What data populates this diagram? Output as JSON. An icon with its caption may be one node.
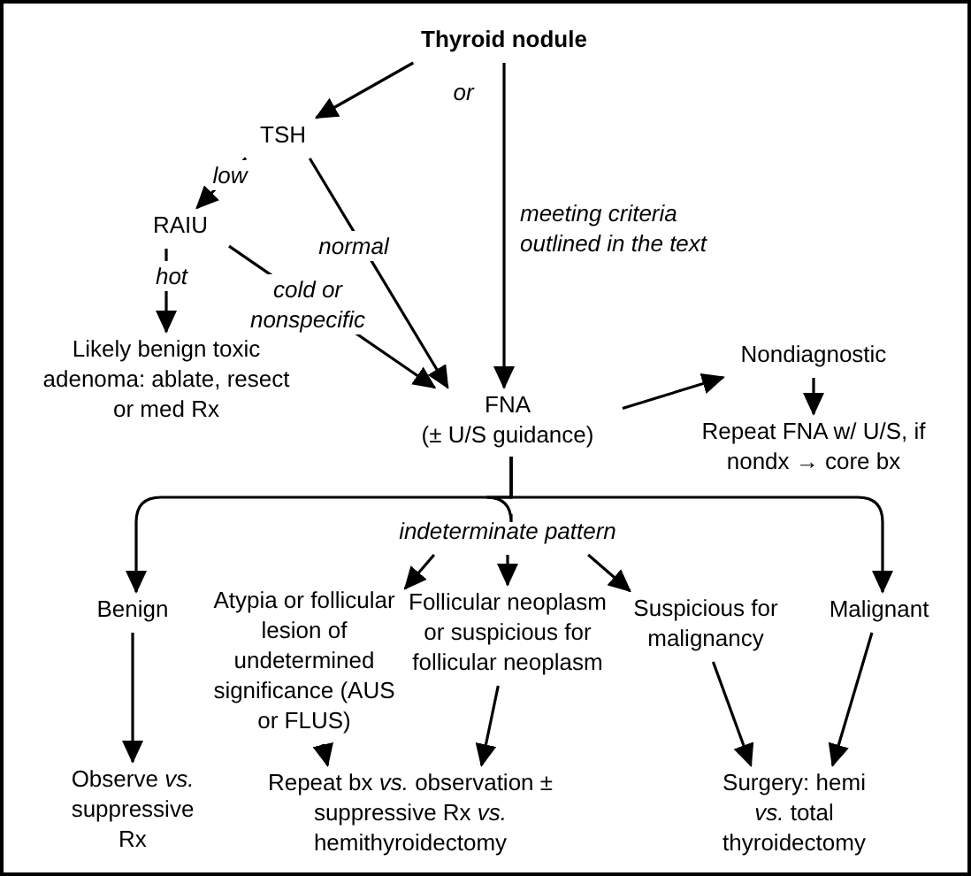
{
  "diagram": {
    "nodes": [
      {
        "text": [
          "Thyroid nodule"
        ]
      },
      {
        "text": [
          "TSH"
        ]
      },
      {
        "text": [
          "RAIU"
        ]
      },
      {
        "text": [
          "Likely benign toxic adenoma: ablate, resect or med Rx"
        ]
      },
      {
        "text": [
          "FNA",
          "(± U/S guidance)"
        ]
      },
      {
        "text": [
          "Nondiagnostic"
        ]
      },
      {
        "text": [
          "Repeat FNA w/ U/S, if nondx → core bx"
        ]
      },
      {
        "text": [
          "indeterminate pattern"
        ]
      },
      {
        "text": [
          "Benign"
        ]
      },
      {
        "text": [
          "Atypia or follicular lesion of undetermined significance (AUS or FLUS)"
        ]
      },
      {
        "text": [
          "Follicular neoplasm or suspicious for follicular neoplasm"
        ]
      },
      {
        "text": [
          "Suspicious for malignancy"
        ]
      },
      {
        "text": [
          "Malignant"
        ]
      },
      {
        "text": [
          "Observe *vs.* suppressive Rx"
        ]
      },
      {
        "text": [
          "Repeat bx *vs.* observation ± suppressive Rx *vs.* hemithyroidectomy"
        ]
      },
      {
        "text": [
          "Surgery: hemi *vs.* total thyroidectomy"
        ]
      }
    ],
    "edges": [
      {
        "from": 0,
        "to": 1,
        "arrow": "to",
        "label": "or"
      },
      {
        "from": 0,
        "to": 4,
        "arrow": "to",
        "label": "meeting criteria outlined in the text"
      },
      {
        "from": 1,
        "to": 2,
        "arrow": "to",
        "label": "low"
      },
      {
        "from": 1,
        "to": 4,
        "arrow": "to",
        "label": "normal"
      },
      {
        "from": 2,
        "to": 3,
        "arrow": "to",
        "label": "hot"
      },
      {
        "from": 2,
        "to": 4,
        "arrow": "to",
        "label": "cold or nonspecific"
      },
      {
        "from": 4,
        "to": 5,
        "arrow": "to"
      },
      {
        "from": 5,
        "to": 6,
        "arrow": "to"
      },
      {
        "from": 4,
        "to": 7,
        "arrow": "none"
      },
      {
        "from": 4,
        "to": 8,
        "arrow": "to"
      },
      {
        "from": 4,
        "to": 12,
        "arrow": "to"
      },
      {
        "from": 7,
        "to": 9,
        "arrow": "to"
      },
      {
        "from": 7,
        "to": 10,
        "arrow": "to"
      },
      {
        "from": 7,
        "to": 11,
        "arrow": "to"
      },
      {
        "from": 8,
        "to": 13,
        "arrow": "to"
      },
      {
        "from": 9,
        "to": 14,
        "arrow": "to"
      },
      {
        "from": 10,
        "to": 14,
        "arrow": "to"
      },
      {
        "from": 11,
        "to": 15,
        "arrow": "to"
      },
      {
        "from": 12,
        "to": 15,
        "arrow": "to"
      }
    ]
  }
}
